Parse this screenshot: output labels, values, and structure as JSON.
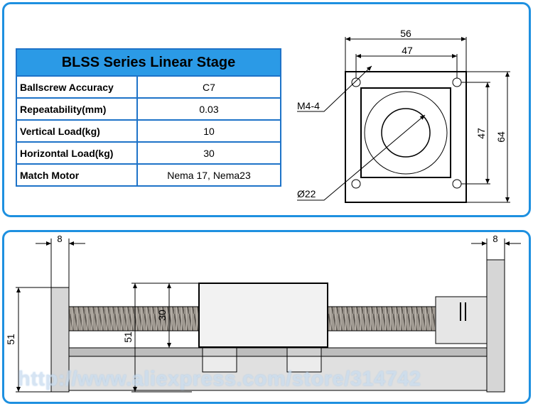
{
  "table": {
    "title": "BLSS Series Linear Stage",
    "rows": [
      {
        "label": "Ballscrew Accuracy",
        "value": "C7"
      },
      {
        "label": "Repeatability(mm)",
        "value": "0.03"
      },
      {
        "label": "Vertical Load(kg)",
        "value": "10"
      },
      {
        "label": "Horizontal Load(kg)",
        "value": "30"
      },
      {
        "label": "Match Motor",
        "value": "Nema 17, Nema23"
      }
    ]
  },
  "flange": {
    "width_outer": "56",
    "width_inner": "47",
    "height_inner": "47",
    "height_outer": "64",
    "hole_label": "M4-4",
    "bore_label": "Ø22"
  },
  "side": {
    "left_plate": "8",
    "right_plate": "8",
    "left_height": "51",
    "center_height": "51",
    "carriage_height": "30"
  },
  "watermark": "http://www.aliexpress.com/store/314742",
  "colors": {
    "frame": "#1e90e0",
    "header": "#2b9ae6"
  }
}
